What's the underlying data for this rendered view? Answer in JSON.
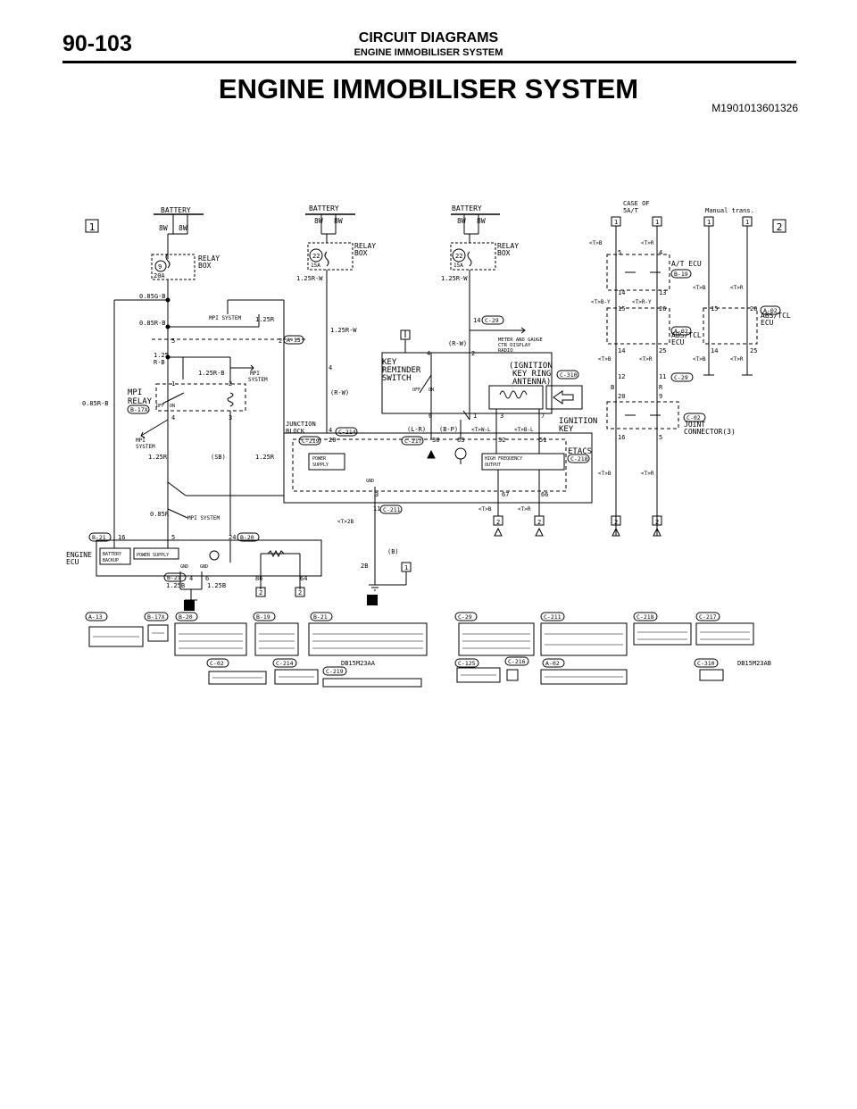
{
  "header": {
    "page_number": "90-103",
    "section": "CIRCUIT DIAGRAMS",
    "subsection": "ENGINE IMMOBILISER SYSTEM"
  },
  "title": "ENGINE IMMOBILISER SYSTEM",
  "doc_code": "M1901013601326",
  "figure_codes": [
    "DB15M23AA",
    "DB15M23AB"
  ],
  "sheet_markers": [
    "1",
    "2"
  ],
  "labels": {
    "battery": "BATTERY",
    "relay_box": "RELAY BOX",
    "relay": "RELAY",
    "box": "BOX",
    "fuse_9": "9",
    "fuse_22": "22",
    "amp_20": "20A",
    "amp_15": "15A",
    "wire_8w": "8W",
    "mpi_system": "MPI SYSTEM",
    "mpi": "MPI",
    "system": "SYSTEM",
    "mpi_relay": "MPI",
    "mpi_relay2": "RELAY",
    "key_rem_1": "KEY",
    "key_rem_2": "REMINDER",
    "key_rem_3": "SWITCH",
    "ign_ring_1": "(IGNITION",
    "ign_ring_2": "KEY RING",
    "ign_ring_3": "ANTENNA)",
    "ign_key_1": "IGNITION",
    "ign_key_2": "KEY",
    "meter_1": "METER AND GAUGE",
    "meter_2": "CTR DISPLAY",
    "meter_3": "RADIO",
    "junction_1": "JUNCTION",
    "junction_2": "BLOCK",
    "power_1": "POWER",
    "power_2": "SUPPLY",
    "hf_1": "HIGH FREQUENCY",
    "hf_2": "OUTPUT",
    "etacs": "ETACS",
    "gnd": "GND",
    "engine_ecu_1": "ENGINE",
    "engine_ecu_2": "ECU",
    "battery_backup_1": "BATTERY",
    "battery_backup_2": "BACKUP",
    "power_supply": "POWER SUPPLY",
    "case_of_1": "CASE OF",
    "case_of_2": "5A/T",
    "manual_trans": "Manual trans.",
    "at_ecu": "A/T ECU",
    "abs_tcl_1": "ABS/TCL",
    "abs_tcl_2": "ECU",
    "joint_1": "JOINT",
    "joint_2": "CONNECTOR(3)",
    "off": "OFF",
    "on": "ON",
    "r": "R",
    "b": "B",
    "tb": "<T>B",
    "tr": "<T>R",
    "tby": "<T>B-Y",
    "try": "<T>R-Y",
    "tbl": "<T>B-L",
    "twl": "<T>W-L",
    "t2b": "<T>2B",
    "w085gb": "0.85G-B",
    "w085rb": "0.85R-B",
    "w125rb_a": "1.25",
    "w125rb_b": "R-B",
    "w125rb": "1.25R-B",
    "w125r": "1.25R",
    "w085r": "0.85R",
    "w125b": "1.25B",
    "w125rw": "1.25R-W",
    "rw": "(R-W)",
    "lr": "(L-R)",
    "bp": "(B-P)",
    "sb": "(SB)",
    "paren_b": "(B)",
    "w2b": "2B"
  },
  "connector_tags": {
    "a13": "A-13",
    "b17x": "B-17X",
    "b20": "B-20",
    "b19": "B-19",
    "b21": "B-21",
    "c29": "C-29",
    "c211": "C-211",
    "c218": "C-218",
    "c217": "C-217",
    "c02": "C-02",
    "c214": "C-214",
    "c219": "C-219",
    "c125": "C-125",
    "c216": "C-216",
    "a02": "A-02",
    "c310": "C-310"
  },
  "pins": {
    "p1": "1",
    "p2": "2",
    "p3": "3",
    "p4": "4",
    "p5": "5",
    "p6": "6",
    "p7": "7",
    "p8": "8",
    "p9": "9",
    "p11": "11",
    "p12": "12",
    "p13": "13",
    "p14": "14",
    "p15": "15",
    "p16": "16",
    "p20": "20",
    "p24": "24",
    "p25": "25",
    "p26": "26",
    "p30": "30",
    "p51": "51",
    "p52": "52",
    "p63": "63",
    "p64": "64",
    "p66": "66",
    "p67": "67",
    "p86": "86"
  }
}
